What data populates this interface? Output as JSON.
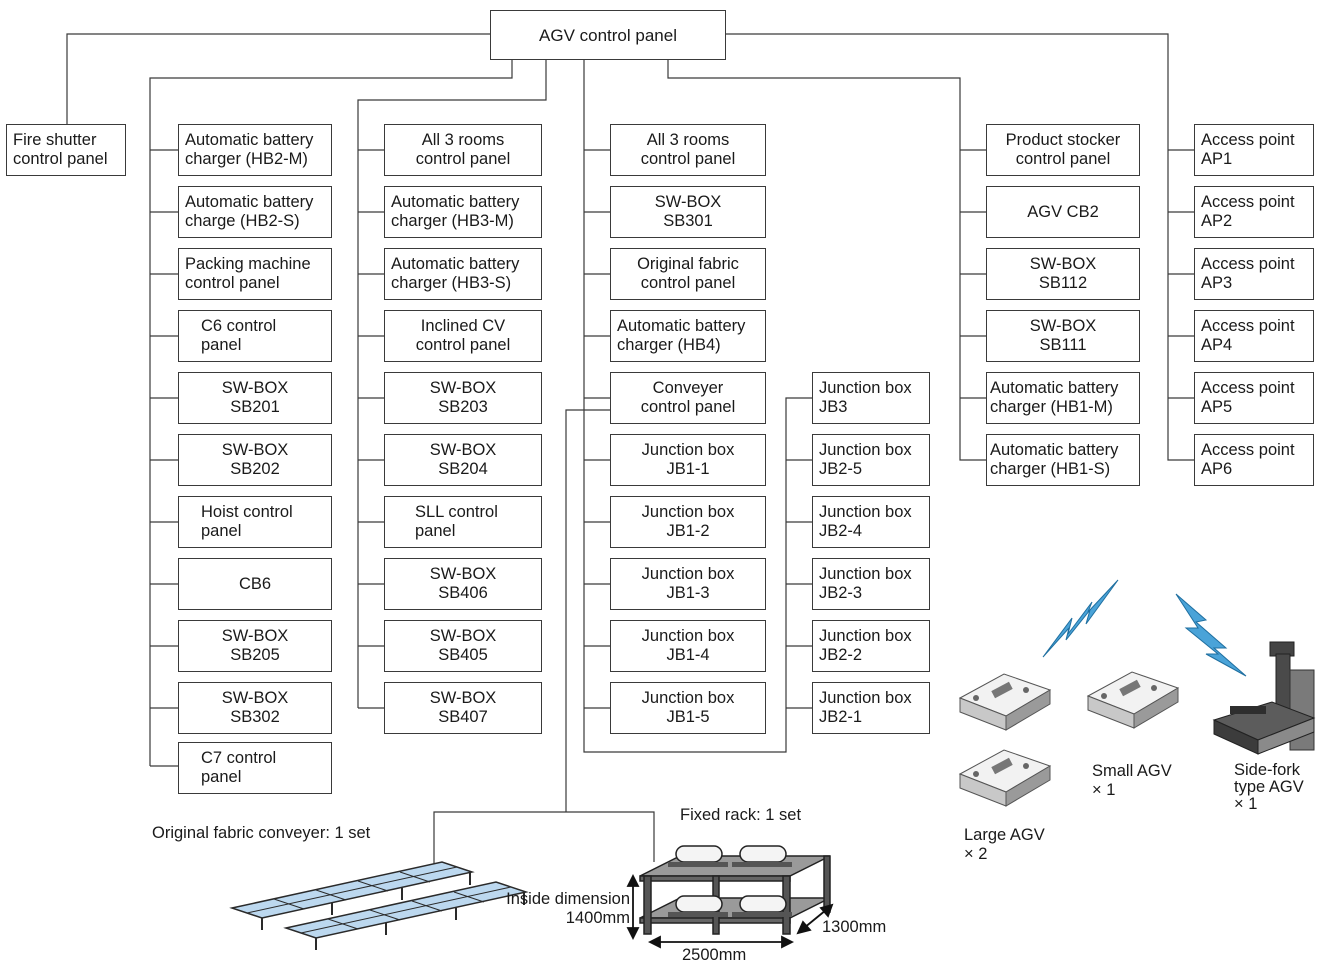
{
  "root": "AGV control panel",
  "fire_shutter": "Fire shutter\ncontrol panel",
  "columns": {
    "col1": [
      "Automatic battery\ncharger (HB2-M)",
      "Automatic battery\ncharge (HB2-S)",
      "Packing machine\ncontrol panel",
      "C6 control\npanel",
      "SW-BOX\nSB201",
      "SW-BOX\nSB202",
      "Hoist control\npanel",
      "CB6",
      "SW-BOX\nSB205",
      "SW-BOX\nSB302",
      "C7 control\npanel"
    ],
    "col2": [
      "All 3 rooms\ncontrol panel",
      "Automatic battery\ncharger (HB3-M)",
      "Automatic battery\ncharger (HB3-S)",
      "Inclined CV\ncontrol panel",
      "SW-BOX\nSB203",
      "SW-BOX\nSB204",
      "SLL control\npanel",
      "SW-BOX\nSB406",
      "SW-BOX\nSB405",
      "SW-BOX\nSB407"
    ],
    "col3": [
      "All 3 rooms\ncontrol panel",
      "SW-BOX\nSB301",
      "Original fabric\ncontrol panel",
      "Automatic battery\ncharger (HB4)",
      "Conveyer\ncontrol panel",
      "Junction box\nJB1-1",
      "Junction box\nJB1-2",
      "Junction box\nJB1-3",
      "Junction box\nJB1-4",
      "Junction box\nJB1-5"
    ],
    "col4": [
      "Junction box\nJB3",
      "Junction box\nJB2-5",
      "Junction box\nJB2-4",
      "Junction box\nJB2-3",
      "Junction box\nJB2-2",
      "Junction box\nJB2-1"
    ],
    "col5": [
      "Product stocker\ncontrol panel",
      "AGV CB2",
      "SW-BOX\nSB112",
      "SW-BOX\nSB111",
      "Automatic battery\ncharger (HB1-M)",
      "Automatic battery\ncharger (HB1-S)"
    ],
    "col6": [
      "Access point\nAP1",
      "Access point\nAP2",
      "Access point\nAP3",
      "Access point\nAP4",
      "Access point\nAP5",
      "Access point\nAP6"
    ]
  },
  "equipment": {
    "conveyer": "Original fabric conveyer: 1 set",
    "rack": "Fixed rack: 1 set",
    "inside_dimension": "Inside dimension\n1400mm",
    "depth": "1300mm",
    "width": "2500mm",
    "small_agv": "Small AGV\n× 1",
    "large_agv": "Large AGV\n× 2",
    "side_fork_agv": "Side-fork\ntype AGV\n× 1"
  },
  "colors": {
    "line": "#3a3a3a",
    "lightning": "#4aa3d8",
    "conveyer_panel": "#bcd8ef"
  },
  "icons": [
    "lightning-bolt-icon",
    "agv-robot-icon",
    "side-fork-agv-icon",
    "conveyer-icon",
    "fixed-rack-icon"
  ]
}
